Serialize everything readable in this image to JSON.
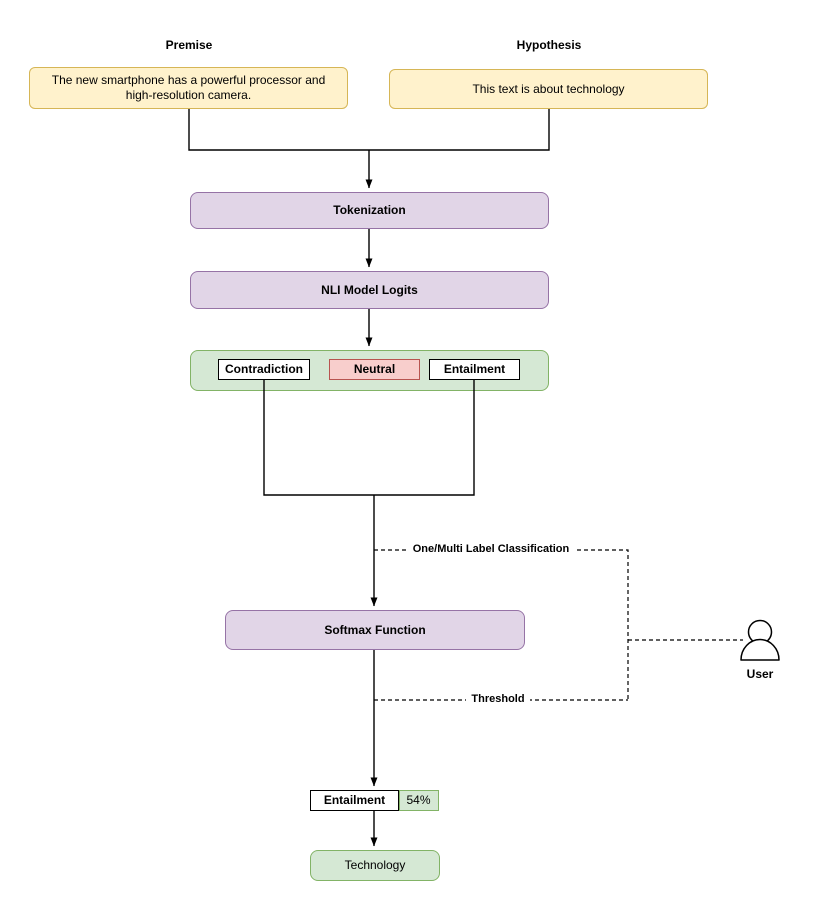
{
  "diagram": {
    "top_labels": {
      "premise": "Premise",
      "hypothesis": "Hypothesis"
    },
    "nodes": {
      "premise_text": "The new smartphone has a powerful processor and high-resolution camera.",
      "hypothesis_text": "This text is about technology",
      "tokenization": "Tokenization",
      "nli_model_logits": "NLI Model Logits",
      "contradiction": "Contradiction",
      "neutral": "Neutral",
      "entailment": "Entailment",
      "softmax": "Softmax Function",
      "result_label": "Entailment",
      "result_score": "54%",
      "final_category": "Technology"
    },
    "edge_labels": {
      "classification": "One/Multi Label Classification",
      "threshold": "Threshold"
    },
    "actor": {
      "label": "User",
      "icon": "person-outline-icon"
    },
    "colors": {
      "yellow_fill": "#fff2cc",
      "yellow_border": "#d6b656",
      "purple_fill": "#e1d5e7",
      "purple_border": "#9673a6",
      "green_fill": "#d5e8d4",
      "green_border": "#82b366",
      "pink_fill": "#f8cecc",
      "pink_border": "#b85450",
      "line": "#000000",
      "background": "#ffffff"
    }
  }
}
